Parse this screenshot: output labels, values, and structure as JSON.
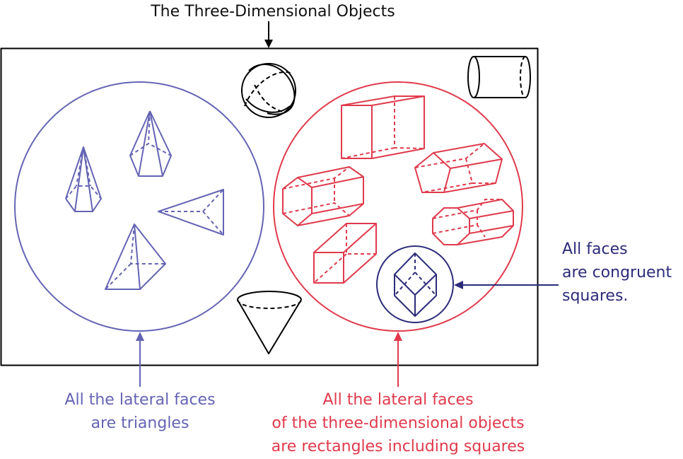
{
  "title": "The Three-Dimensional Objects",
  "labels": {
    "pyramids": [
      "All the lateral faces",
      "are triangles"
    ],
    "prisms": [
      "All the lateral faces",
      "of the three-dimensional objects",
      "are rectangles including squares"
    ],
    "cube": [
      "All faces",
      "are congruent",
      "squares."
    ]
  },
  "colors": {
    "pyramids": "#6464b4",
    "prisms": "#e03a4c",
    "cube": "#2c2c7a",
    "other": "#000000"
  }
}
